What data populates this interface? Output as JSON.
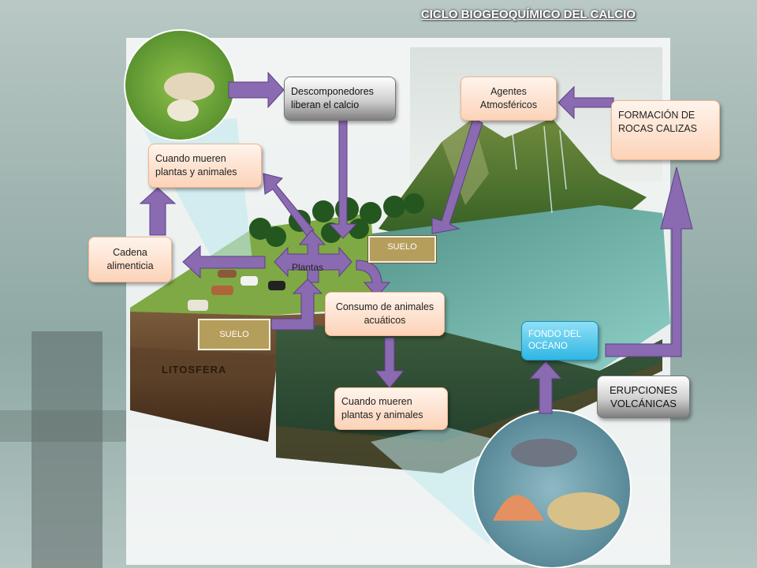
{
  "title": "CICLO BIOGEOQUÍMICO DEL CALCIO",
  "boxes": {
    "descomponedores": "Descomponedores liberan el calcio",
    "agentes": "Agentes Atmosféricos",
    "formacion": "FORMACIÓN DE ROCAS CALIZAS",
    "mueren_top": "Cuando mueren plantas y animales",
    "cadena": "Cadena alimenticia",
    "consumo": "Consumo de animales acuáticos",
    "mueren_bottom": "Cuando mueren plantas y animales",
    "fondo": "FONDO DEL OCÉANO",
    "erupciones": "ERUPCIONES VOLCÁNICAS"
  },
  "labels": {
    "suelo_right": "SUELO",
    "suelo_left": "SUELO",
    "plantas": "Plantas",
    "litosfera": "LITOSFERA"
  },
  "colors": {
    "arrow": "#8a6ab0",
    "peach_box": "#fcd3b8",
    "suelo": "#b59d5c",
    "fondo": "#2fb6e3"
  }
}
